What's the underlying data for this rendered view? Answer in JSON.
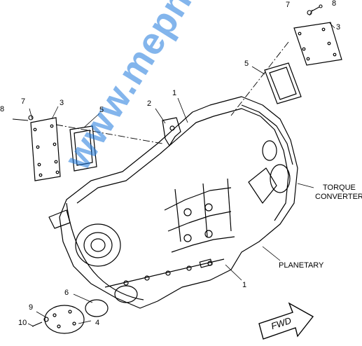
{
  "callouts": {
    "c7_top": "7",
    "c8_top": "8",
    "c3_top": "3",
    "c5_top": "5",
    "c1_top": "1",
    "c2": "2",
    "c7_left": "7",
    "c8_left": "8",
    "c3_left": "3",
    "c5_left": "5",
    "c6": "6",
    "c9": "9",
    "c10": "10",
    "c4": "4",
    "c1_bottom": "1"
  },
  "labels": {
    "torque_converter_line1": "TORQUE",
    "torque_converter_line2": "CONVERTER",
    "planetary": "PLANETARY",
    "fwd": "FWD"
  },
  "watermark": "www.mepnan.com",
  "colors": {
    "line": "#000000",
    "watermark": "#1e78dc"
  }
}
